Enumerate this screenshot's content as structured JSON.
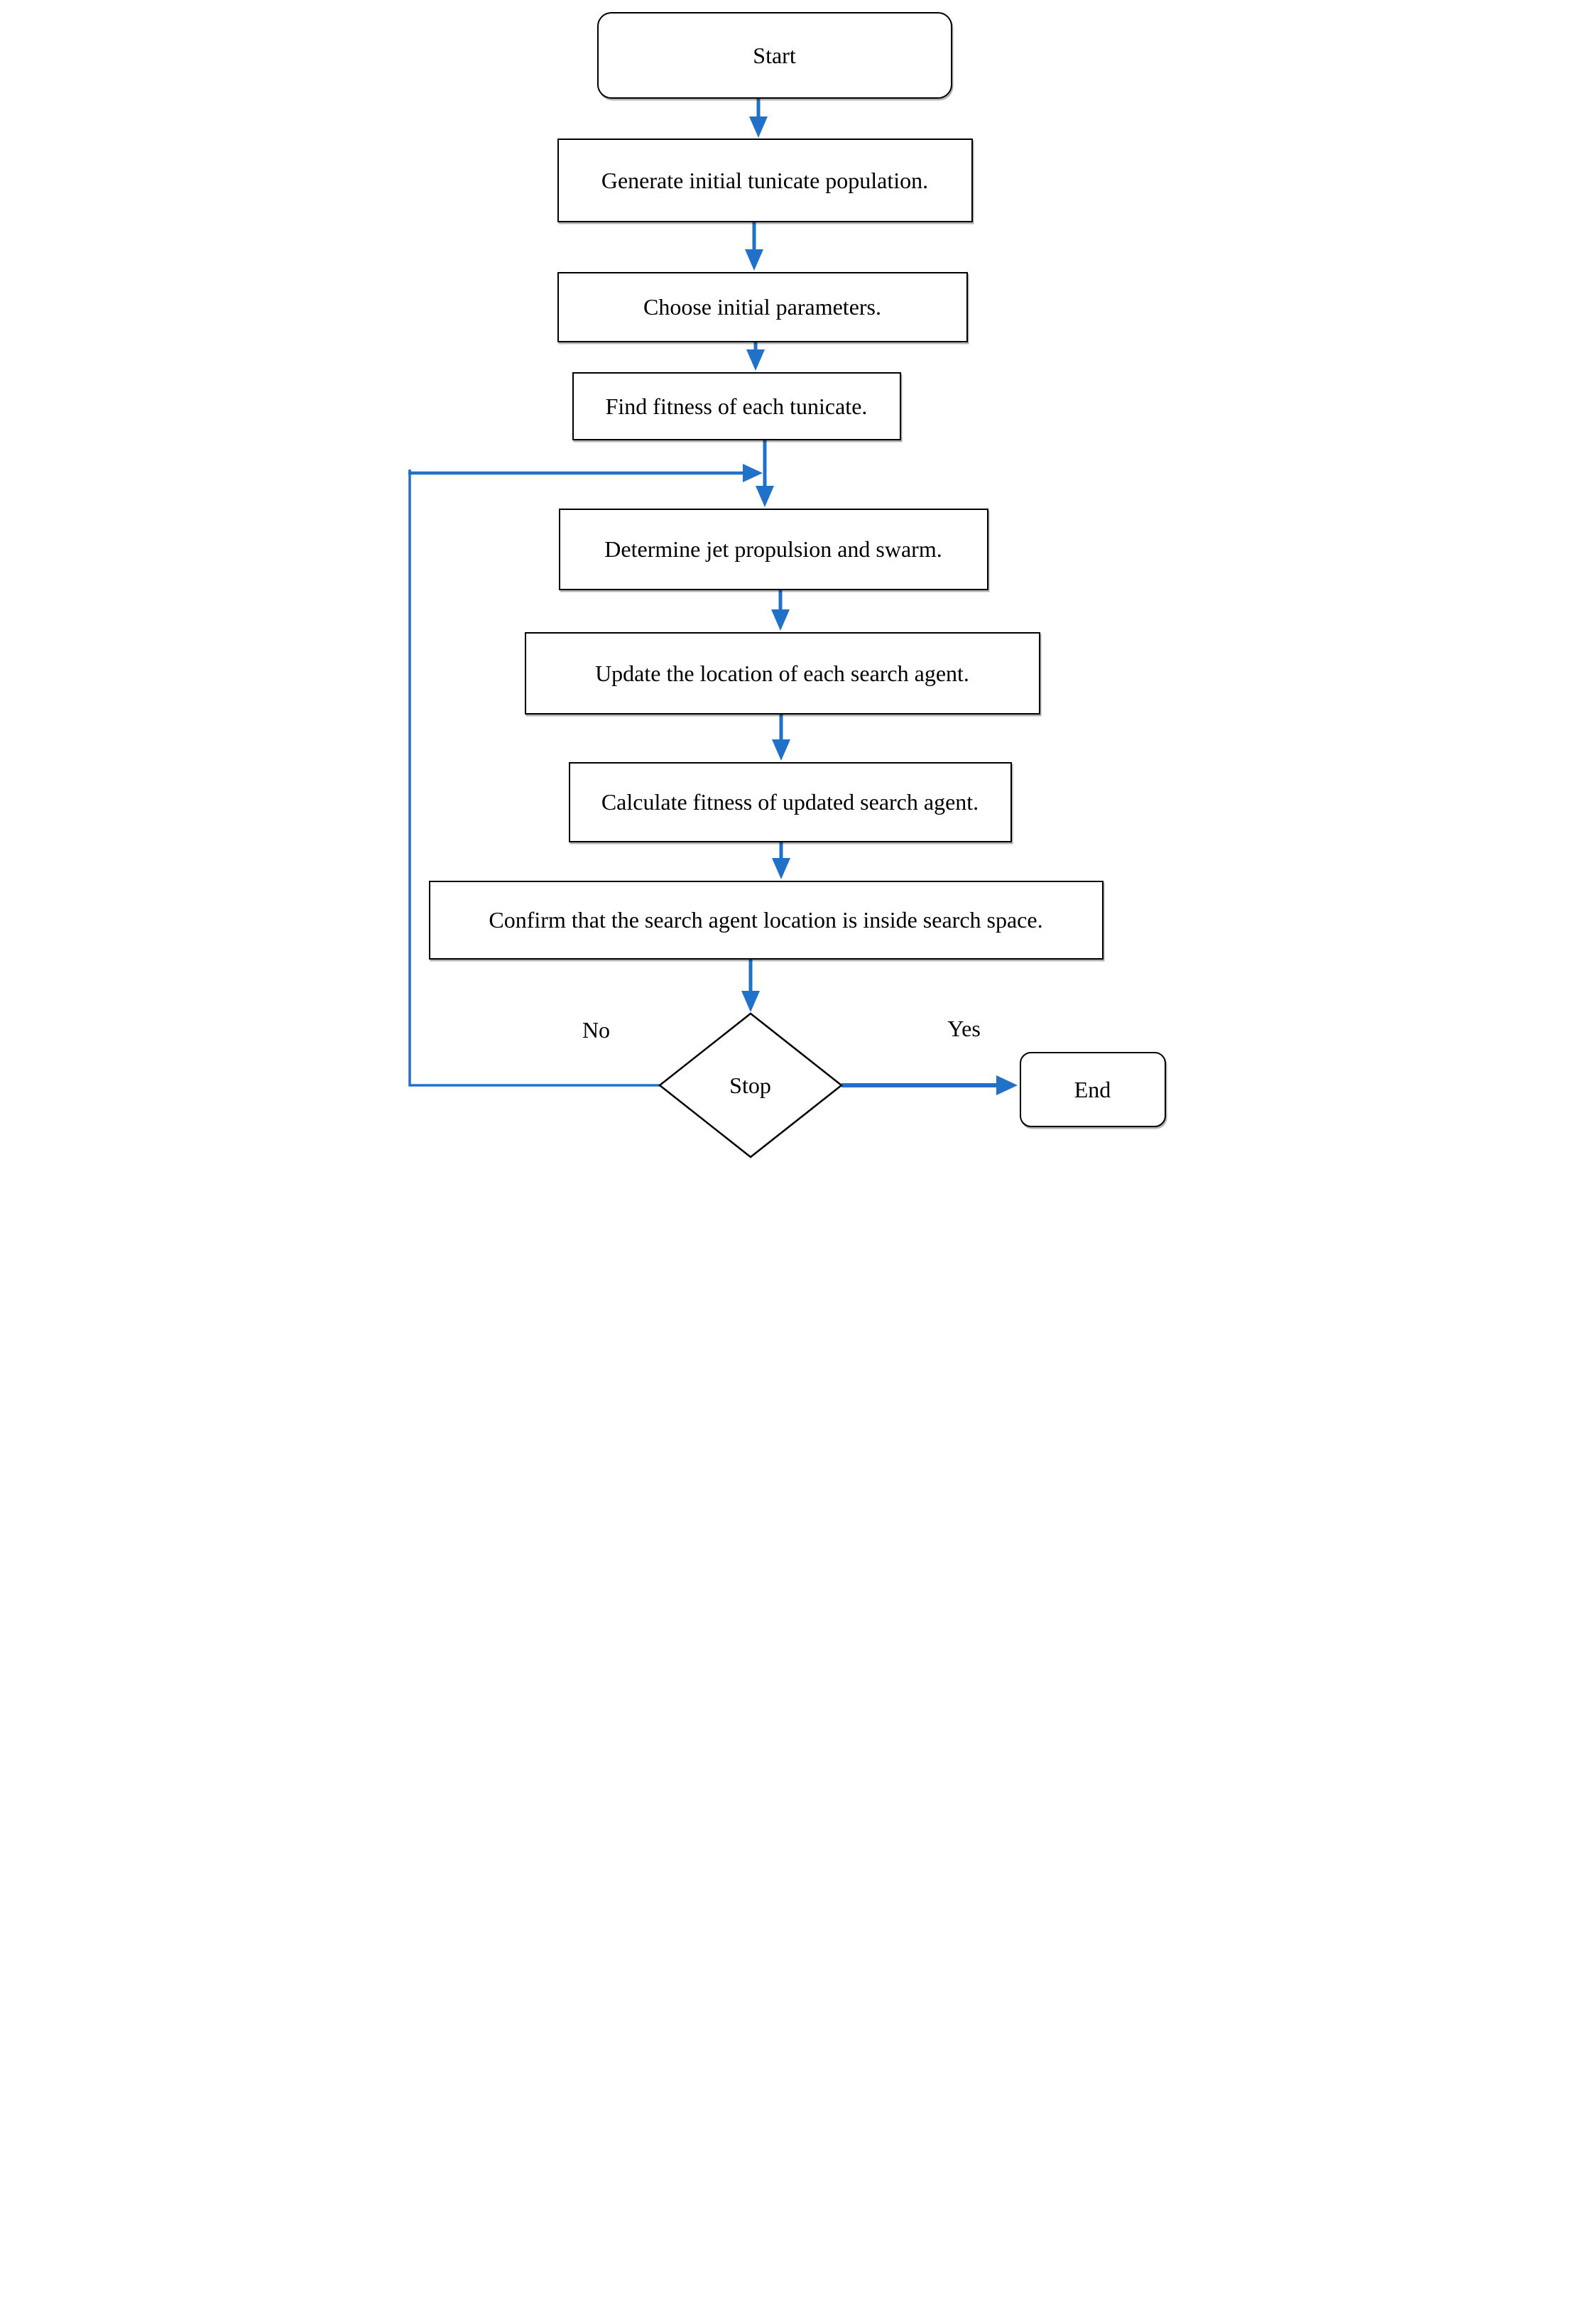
{
  "colors": {
    "accent": "#2171C8",
    "node_border": "#000000",
    "node_fill": "#ffffff",
    "text": "#000000"
  },
  "flowchart": {
    "nodes": {
      "start": {
        "type": "terminator",
        "label": "Start"
      },
      "generate": {
        "type": "process",
        "label": "Generate initial tunicate population."
      },
      "choose": {
        "type": "process",
        "label": "Choose initial parameters."
      },
      "find": {
        "type": "process",
        "label": "Find fitness of each tunicate."
      },
      "determine": {
        "type": "process",
        "label": "Determine jet propulsion and swarm."
      },
      "update": {
        "type": "process",
        "label": "Update the location of each search agent."
      },
      "calculate": {
        "type": "process",
        "label": "Calculate fitness of updated search agent."
      },
      "confirm": {
        "type": "process",
        "label": "Confirm that the search agent location is inside search space."
      },
      "stop": {
        "type": "decision",
        "label": "Stop"
      },
      "end": {
        "type": "terminator",
        "label": "End"
      }
    },
    "edge_labels": {
      "no": "No",
      "yes": "Yes"
    },
    "edges": [
      {
        "from": "start",
        "to": "generate"
      },
      {
        "from": "generate",
        "to": "choose"
      },
      {
        "from": "choose",
        "to": "find"
      },
      {
        "from": "find",
        "to": "determine"
      },
      {
        "from": "determine",
        "to": "update"
      },
      {
        "from": "update",
        "to": "calculate"
      },
      {
        "from": "calculate",
        "to": "confirm"
      },
      {
        "from": "confirm",
        "to": "stop"
      },
      {
        "from": "stop",
        "to": "end",
        "label": "Yes"
      },
      {
        "from": "stop",
        "to": "determine",
        "label": "No"
      }
    ]
  }
}
